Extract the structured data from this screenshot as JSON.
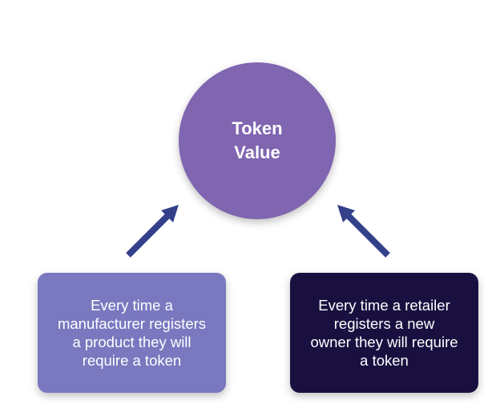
{
  "center": {
    "line1": "Token",
    "line2": "Value"
  },
  "left_box": {
    "text": "Every time a\nmanufacturer registers\na product they will\nrequire a token"
  },
  "right_box": {
    "text": "Every time a retailer\nregisters a new\nowner they will require\na token"
  },
  "colors": {
    "circle": "#8065b0",
    "left_box": "#7a78bf",
    "right_box": "#1a1040",
    "arrow": "#35408a"
  }
}
